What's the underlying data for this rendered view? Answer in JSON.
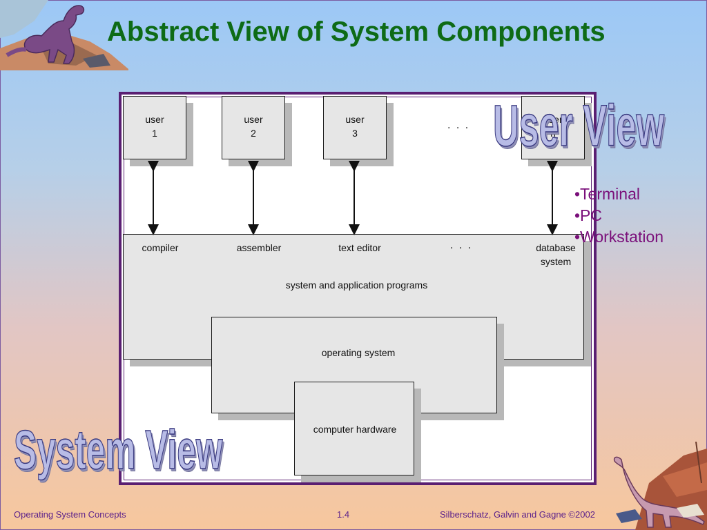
{
  "slide": {
    "title": "Abstract View of System Components"
  },
  "diagram": {
    "users": [
      {
        "line1": "user",
        "line2": "1"
      },
      {
        "line1": "user",
        "line2": "2"
      },
      {
        "line1": "user",
        "line2": "3"
      }
    ],
    "user_dots": ". . .",
    "user_n": {
      "line1": "user",
      "line2": "n"
    },
    "programs": [
      "compiler",
      "assembler",
      "text editor"
    ],
    "program_dots": ". . .",
    "database": {
      "line1": "database",
      "line2": "system"
    },
    "layer_programs": "system and application programs",
    "layer_os": "operating system",
    "layer_hardware": "computer hardware"
  },
  "overlays": {
    "user_view": "User View",
    "system_view": "System View",
    "bullets": [
      "•Terminal",
      "•PC",
      "•Workstation"
    ]
  },
  "footer": {
    "left": "Operating System Concepts",
    "center": "1.4",
    "right": "Silberschatz, Galvin and  Gagne ©2002"
  },
  "colors": {
    "title": "#0e6b16",
    "frame": "#5a1f72",
    "bullets": "#7a0f7a",
    "footer": "#5a1f8a"
  }
}
